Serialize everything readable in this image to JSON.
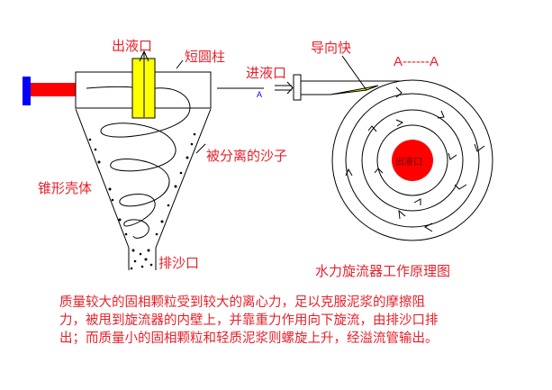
{
  "labels": {
    "outlet": "出液口",
    "short_cylinder": "短圆柱",
    "inlet": "进液口",
    "section_mark": "A",
    "guide_block": "导向快",
    "section": "A------A",
    "separated_sand": "被分离的沙子",
    "cone_shell": "锥形壳体",
    "sand_outlet": "排沙口",
    "center_outlet": "出液口",
    "caption": "水力旋流器工作原理图"
  },
  "description": "质量较大的固相颗粒受到较大的离心力，足以克服泥浆的摩擦阻力，被甩到旋流器的内壁上，并靠重力作用向下旋流，由排沙口排出；而质量小的固相颗粒和轻质泥浆则螺旋上升，经溢流管输出。",
  "colors": {
    "label": "#e8202a",
    "yellow": "#ffff00",
    "red": "#ff0000",
    "blue": "#0000ff"
  }
}
